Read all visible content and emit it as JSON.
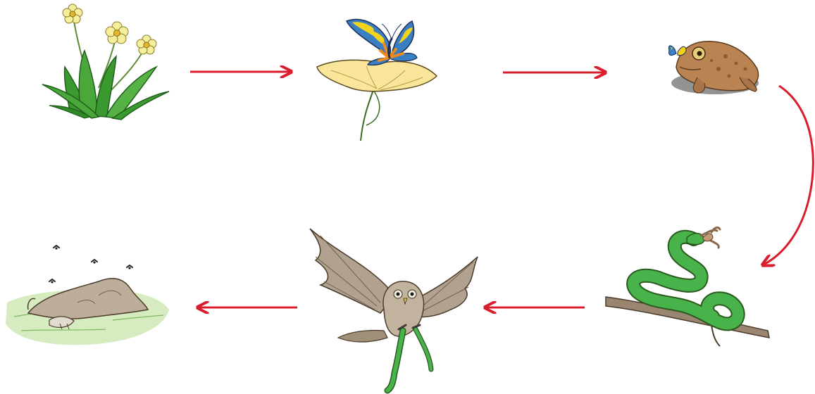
{
  "diagram": {
    "nodes": [
      {
        "id": "plant",
        "icon": "flowering-plant-icon"
      },
      {
        "id": "butterfly",
        "icon": "butterfly-on-flower-icon"
      },
      {
        "id": "toad",
        "icon": "toad-eating-butterfly-icon"
      },
      {
        "id": "snake",
        "icon": "snake-eating-toad-icon"
      },
      {
        "id": "owl",
        "icon": "owl-carrying-snake-icon"
      },
      {
        "id": "decomposed-remains",
        "icon": "decomposing-remains-icon"
      }
    ],
    "edges": [
      {
        "from": "plant",
        "to": "butterfly"
      },
      {
        "from": "butterfly",
        "to": "toad"
      },
      {
        "from": "toad",
        "to": "snake"
      },
      {
        "from": "snake",
        "to": "owl"
      },
      {
        "from": "owl",
        "to": "decomposed-remains"
      }
    ],
    "colors": {
      "arrow": "#d81e2c",
      "leaf": "#3a9a2f",
      "petal": "#f5ef9c",
      "butterfly_blue": "#3a7fc4",
      "butterfly_yellow": "#f2d21a",
      "butterfly_orange": "#f08a1c",
      "toad": "#b98352",
      "snake": "#49b34b",
      "owl": "#b1a290",
      "remains": "#bcae9b",
      "grass": "#cfe8b4"
    }
  }
}
